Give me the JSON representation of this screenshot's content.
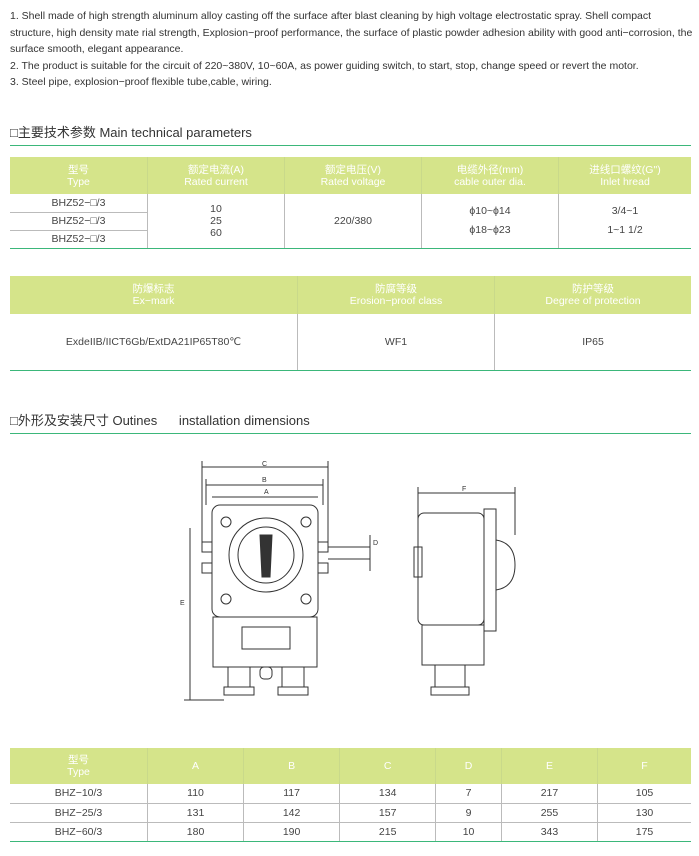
{
  "intro": [
    "1. Shell made of high strength aluminum alloy casting off the surface after blast cleaning by high voltage electrostatic spray. Shell compact structure, high density mate rial strength, Explosion−proof performance, the surface of plastic powder adhesion ability with good anti−corrosion, the surface smooth, elegant appearance.",
    "2. The product is suitable for the circuit of 220~380V, 10~60A, as power guiding switch, to start, stop, change speed or revert the motor.",
    "3. Steel pipe, explosion−proof flexible tube,cable, wiring."
  ],
  "section1": "□主要技术参数 Main technical parameters",
  "table1": {
    "headers": [
      [
        "型号",
        "Type"
      ],
      [
        "额定电流(A)",
        "Rated current"
      ],
      [
        "额定电压(V)",
        "Rated voltage"
      ],
      [
        "电缆外径(mm)",
        "cable outer dia."
      ],
      [
        "进线口螺纹(G\")",
        "Inlet hread"
      ]
    ],
    "types": [
      "BHZ52−□/3",
      "BHZ52−□/3",
      "BHZ52−□/3"
    ],
    "current": [
      "10",
      "25",
      "60"
    ],
    "voltage": "220/380",
    "cable": [
      "ϕ10~ϕ14",
      "ϕ18~ϕ23"
    ],
    "thread": [
      "3/4~1",
      "1~1 1/2"
    ]
  },
  "table2": {
    "headers": [
      [
        "防爆标志",
        "Ex−mark"
      ],
      [
        "防腐等级",
        "Erosion−proof class"
      ],
      [
        "防护等级",
        "Degree of protection"
      ]
    ],
    "values": [
      "ExdeIIB/IICT6Gb/ExtDA21IP65T80℃",
      "WF1",
      "IP65"
    ]
  },
  "section2": "□外形及安装尺寸 Outines      installation dimensions",
  "diagram": {
    "labels": [
      "C",
      "B",
      "A",
      "D",
      "E",
      "F"
    ]
  },
  "table3": {
    "headers": [
      "型号",
      "Type",
      "A",
      "B",
      "C",
      "D",
      "E",
      "F"
    ],
    "rows": [
      [
        "BHZ−10/3",
        "110",
        "117",
        "134",
        "7",
        "217",
        "105"
      ],
      [
        "BHZ−25/3",
        "131",
        "142",
        "157",
        "9",
        "255",
        "130"
      ],
      [
        "BHZ−60/3",
        "180",
        "190",
        "215",
        "10",
        "343",
        "175"
      ]
    ]
  },
  "colors": {
    "header": "#d5e48a",
    "rule": "#3bb77a"
  }
}
